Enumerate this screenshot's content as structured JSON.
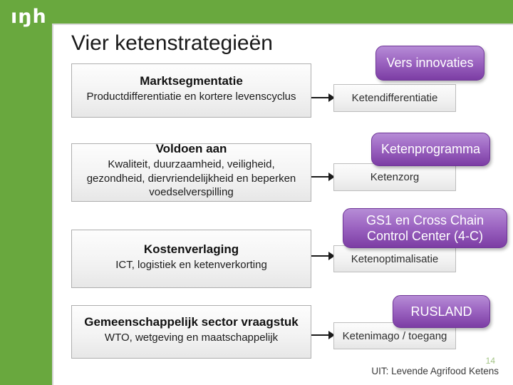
{
  "slide": {
    "logo": "ıŋh",
    "title": "Vier ketenstrategieën",
    "footer": {
      "source": "UIT: Levende Agrifood Ketens",
      "page_number": "14"
    }
  },
  "colors": {
    "brand_green": "#69a83e",
    "button_purple_top": "#b68cd6",
    "button_purple_bottom": "#7c3da4",
    "page_number_green": "#a4c487"
  },
  "rows": [
    {
      "box_title": "Marktsegmentatie",
      "box_subtitle": "Productdifferentiatie en kortere levenscyclus",
      "chain_label": "Ketendifferentiatie",
      "button": "Vers innovaties"
    },
    {
      "box_title": "Voldoen aan",
      "box_subtitle": "Kwaliteit, duurzaamheid, veiligheid, gezondheid, diervriendelijkheid en beperken voedselverspilling",
      "chain_label": "Ketenzorg",
      "button": "Ketenprogramma"
    },
    {
      "box_title": "Kostenverlaging",
      "box_subtitle": "ICT, logistiek en ketenverkorting",
      "chain_label": "Ketenoptimalisatie",
      "button": "GS1 en Cross Chain Control Center (4-C)"
    },
    {
      "box_title": "Gemeenschappelijk sector vraagstuk",
      "box_subtitle": "WTO, wetgeving en maatschappelijk",
      "chain_label": "Ketenimago / toegang",
      "button": "RUSLAND"
    }
  ]
}
